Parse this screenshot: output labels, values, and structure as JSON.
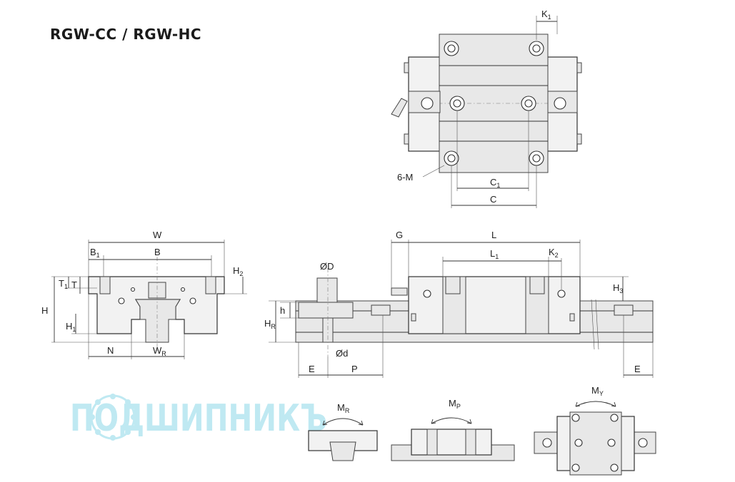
{
  "title": "RGW-CC / RGW-HC",
  "watermark": "ПОДШИПНИКЪ",
  "labels": {
    "W": "W",
    "B1": "B",
    "B1_sub": "1",
    "B": "B",
    "T1": "T",
    "T1_sub": "1",
    "T": "T",
    "H": "H",
    "H1": "H",
    "H1_sub": "1",
    "H2": "H",
    "H2_sub": "2",
    "N": "N",
    "WR": "W",
    "WR_sub": "R",
    "OD": "ØD",
    "h": "h",
    "HR": "H",
    "HR_sub": "R",
    "Od": "Ød",
    "E_left": "E",
    "P": "P",
    "G": "G",
    "L": "L",
    "L1": "L",
    "L1_sub": "1",
    "K2": "K",
    "K2_sub": "2",
    "H3": "H",
    "H3_sub": "3",
    "E_right": "E",
    "K1": "K",
    "K1_sub": "1",
    "M6": "6-M",
    "C1": "C",
    "C1_sub": "1",
    "C": "C",
    "MR": "M",
    "MR_sub": "R",
    "MP": "M",
    "MP_sub": "P",
    "MY": "M",
    "MY_sub": "Y"
  },
  "colors": {
    "line": "#333333",
    "watermark": "#bfe9f2",
    "fill": "#f2f2f2"
  }
}
